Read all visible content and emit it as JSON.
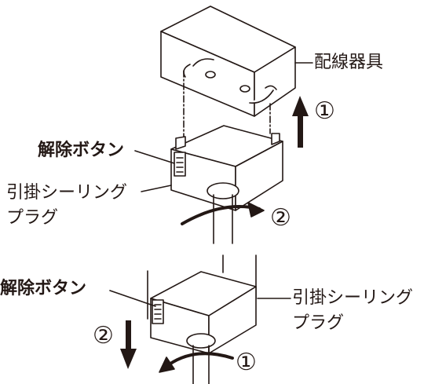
{
  "labels": {
    "wiring_device": "配線器具",
    "release_button_top": "解除ボタン",
    "hook_plug_top_line1": "引掛シーリング",
    "hook_plug_top_line2": "プラグ",
    "release_button_bottom": "解除ボタン",
    "hook_plug_bottom_line1": "引掛シーリング",
    "hook_plug_bottom_line2": "プラグ"
  },
  "steps": {
    "top_up": "①",
    "top_rotate": "②",
    "bottom_down": "②",
    "bottom_rotate": "①"
  },
  "colors": {
    "line": "#231815",
    "background": "#ffffff"
  }
}
